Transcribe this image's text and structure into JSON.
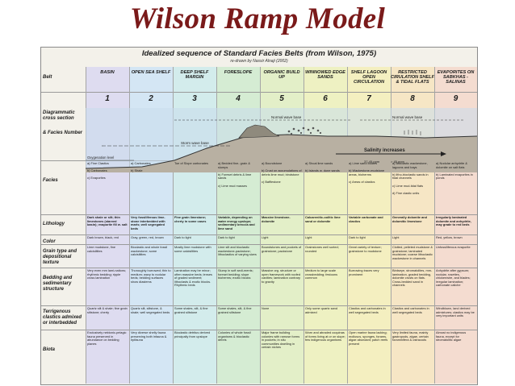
{
  "page_title": "Wilson Ramp Model",
  "figure": {
    "title": "Idealized sequence of Standard Facies Belts (from Wilson, 1975)",
    "subtitle": "re-drawn by Nassir Alnaji (2002)"
  },
  "row_labels": {
    "belt": "Belt",
    "cross_section": "Diagrammatic cross section",
    "facies_number": "& Facies Number",
    "facies": "Facies",
    "lithology": "Lithology",
    "color": "Color",
    "grain_type": "Grain type and depositional texture",
    "bedding": "Bedding and sedimentary structure",
    "terrigenous": "Terrigenous clastics admixed or interbedded",
    "biota": "Biota"
  },
  "belts": [
    {
      "name": "BASIN",
      "number": "1",
      "color": "#dedcf0"
    },
    {
      "name": "OPEN SEA SHELF",
      "number": "2",
      "color": "#d4e6f4"
    },
    {
      "name": "DEEP SHELF MARGIN",
      "number": "3",
      "color": "#d3ecec"
    },
    {
      "name": "FORESLOPE",
      "number": "4",
      "color": "#d5ecd3"
    },
    {
      "name": "ORGANIC BUILD UP",
      "number": "5",
      "color": "#e3efc8"
    },
    {
      "name": "WINNOWED EDGE SANDS",
      "number": "6",
      "color": "#eef1c2"
    },
    {
      "name": "SHELF LAGOON OPEN CIRCULATION",
      "number": "7",
      "color": "#f4efc0"
    },
    {
      "name": "RESTRICTED CIRULATION SHELF & TIDAL FLATS",
      "number": "8",
      "color": "#f6e6c5"
    },
    {
      "name": "EVAPORITES ON SABKHAS - SALINAS",
      "number": "9",
      "color": "#f4dcd0"
    }
  ],
  "cross_section": {
    "normal_wave_base_left": "Normal wave base",
    "normal_wave_base_right": "Normal wave base",
    "storm_wave_base": "Storm wave base",
    "oxygenation_level": "Oxygenation level",
    "salinity": "Salinity increases",
    "salinity_low": "37-45 ppm",
    "salinity_high": "> 45 ppm"
  },
  "rows": {
    "facies": [
      "a) Fine Clastics\n\nb) Carbonates\n\nc) Evaporites",
      "a) Carbonates\n\nb) Shale",
      "Toe of Slope carbonates",
      "a) Bedded fine- grain & slumps\n\nb) Foreset debris & lime sands\n\nc) Lime mud masses",
      "a) Boundstone\n\nb) Crust on accumulations of debris lime mud; bindstone\n\nc) Bafflestone",
      "a) Shoal lime sands\n\nb) Islands w. dune sands",
      "a) Lime sand bodies\n\nb) Wackestone-mudstone areas, bioherms\n\nc) Areas of clastics",
      "a) Bioclastic wackestone, lagoons and bays\n\nb) litho-bioclastic sands in tidal channels\n\nc) Lime mud-tidal flats\n\nd) Fine clastic units",
      "a) Nodular anhydrite & dolomite on salt flats\n\nb) Laminated evaporites in ponds"
    ],
    "lithology": [
      "Dark shale or silt; thin limestones (starved basin); evaporite fill w. salt",
      "Very fossiliferous lime-stone interbedded with marls; well segregated beds",
      "Fine grain limestone; cherty in some cases",
      "Variable, depending on water energy upslope; sedimentary breccia and lime sand",
      "Massive limestone-dolomite",
      "Calcarenitic-oolitic lime sand or dolomite",
      "Variable carbonate and clastics",
      "Generally dolomite and dolomitic limestone",
      "Irregularly laminated dolomite and anhydrite, may grade to red beds"
    ],
    "color": [
      "Dark brown, black, red",
      "Gray, green, red, brown",
      "Dark to light",
      "Dark to light",
      "Light",
      "Light",
      "Dark to light",
      "Light",
      "Red, yellow, brown"
    ],
    "grain_type": [
      "Lime mudstone, fine calcisiltites",
      "Bioclastic and whole fossil wackestone; some calcisiltites",
      "Mostly lime mudstone with some calcisiltites",
      "Lime silt and bioclastic wackestone-packstone; lithoclastics of varying sizes",
      "Boundstones and pockets of grainstone; packstone",
      "Grainstones well sorted; rounded",
      "Great variety of texture; grainstone to mudstone",
      "Clotted, pelleted mudstone & grainstone; laminated mudstone; coarse lithoclastic wackestone in channels",
      "Unfossiliferous evaporite"
    ],
    "bedding": [
      "Very even mm lami-nations; rhythmic bedding; ripple cross lamination",
      "Thoroughly burrowed; thin to medium; wavy to nodular beds; bedding surfaces show diastems",
      "Lamination may be minor; often massive beds; lenses of graded sediment; lithoclasts & exotic blocks. Rhythmic beds",
      "Slump in soft sedi-ments; foreset bedding; slope bioherms; exotic blocks",
      "Massive org. structure or open framework with roofed cavities; lamination contrary to gravity",
      "Medium to large scale crossbedding; festoons common",
      "Burrowing traces very prominent",
      "Birdseye, stromatolites, mm-lamination, graded bedding, dolomite crusts on flats. Cross-bedded sand in channels",
      "Anhydrite after gypsum; nodular, rosettes, chickenwire, and blades; irregular lamination; carbonate caliche"
    ],
    "terrigenous": [
      "Quartz silt & shale; fine grain siltstone; cherty",
      "Quartz silt, siltstone, & shale; well segregated beds",
      "Some shales, silt, & fine grained siltstone",
      "Some shales, silt, & fine grained siltstone",
      "None",
      "Only some quartz sand admixed",
      "Clastics and carbonates in well segregated beds",
      "Clastics and carbonates in well segregated beds",
      "Windblown, land derived admixtures; clastics may be very important units"
    ],
    "biota": [
      "Exclusively nektonic-pelagic fauna preserved in abundance on bedding planes",
      "Very diverse shelly fauna preserving both infauna & epifauna",
      "Bioclastic detritus derived principally from upslope",
      "Colonies of whole fossil organisms & bioclastic debris",
      "Major frame building colonies with ramose forms in pockets; in situ communities dwelling in certain niches",
      "Worn and abraded coquinas of forms living at or on slope; few indigenous organisms",
      "Open marine fauna lacking; molluscs, sponges, forams, algae abundant; patch reefs present",
      "Very limited fauna, mainly gastropods, algae, certain foraminifera & ostracods",
      "Almost no indigenous fauna, except for stromatolitic algae"
    ]
  }
}
